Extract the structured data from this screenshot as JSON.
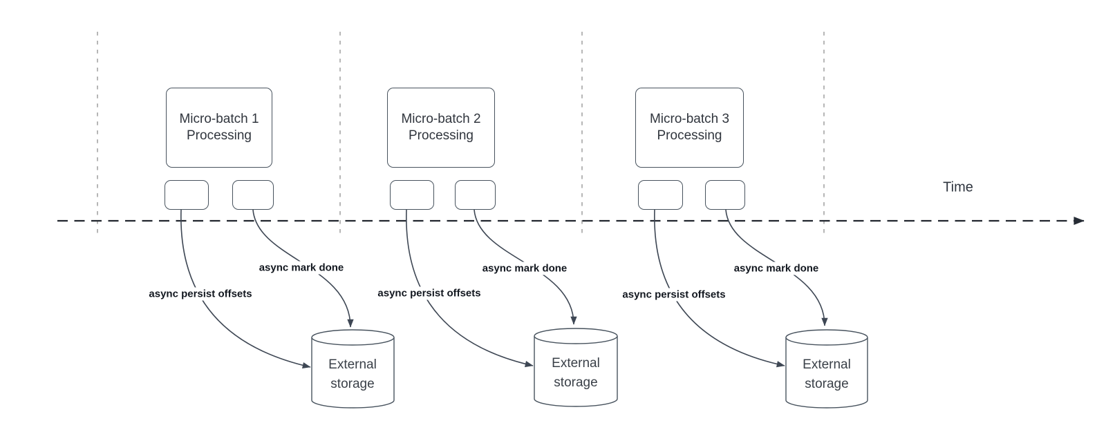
{
  "colors": {
    "canvas_bg": "#ffffff",
    "shape_stroke": "#47525d",
    "axis_color": "#20252d",
    "gridline_color": "#aeaeae",
    "arrow_color": "#3e4754",
    "bold_label_color": "#12171f",
    "box_text_color": "#30353d"
  },
  "time_axis": {
    "label": "Time"
  },
  "batches": [
    {
      "title_line1": "Micro-batch 1",
      "title_line2": "Processing",
      "persist_arrow_label": "async persist offsets",
      "done_arrow_label": "async mark done",
      "storage": {
        "line1": "External",
        "line2": "storage"
      }
    },
    {
      "title_line1": "Micro-batch 2",
      "title_line2": "Processing",
      "persist_arrow_label": "async persist offsets",
      "done_arrow_label": "async mark done",
      "storage": {
        "line1": "External",
        "line2": "storage"
      }
    },
    {
      "title_line1": "Micro-batch 3",
      "title_line2": "Processing",
      "persist_arrow_label": "async persist offsets",
      "done_arrow_label": "async mark done",
      "storage": {
        "line1": "External",
        "line2": "storage"
      }
    }
  ]
}
